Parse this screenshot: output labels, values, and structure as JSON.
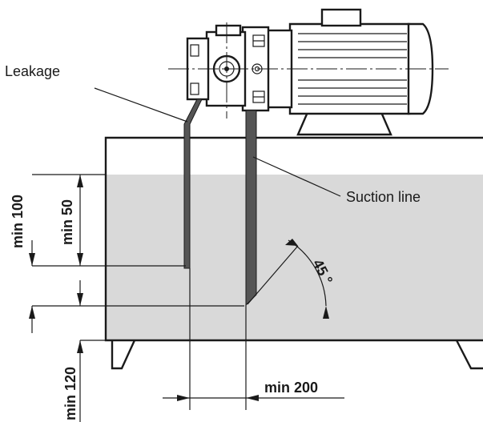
{
  "labels": {
    "leakage": "Leakage",
    "suction_line": "Suction line",
    "min_100": "min 100",
    "min_50": "min 50",
    "min_120": "min 120",
    "min_200": "min 200",
    "angle": "45 °"
  },
  "colors": {
    "line": "#1a1a1a",
    "fluid": "#d9d9d9",
    "pipe": "#555555",
    "background": "#ffffff"
  },
  "icons": {
    "motor": "motor-pump-unit",
    "dimension_arrow": "arrow-head"
  }
}
